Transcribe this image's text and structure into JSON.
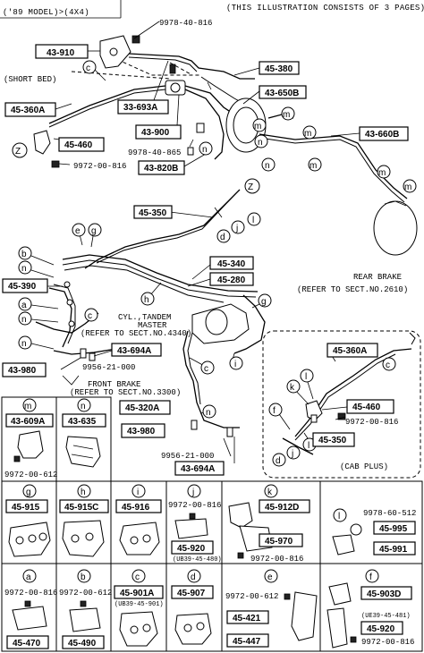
{
  "header": {
    "model": "('89 MODEL)>(4X4)",
    "note": "(THIS ILLUSTRATION CONSISTS OF  3 PAGES)"
  },
  "top_section": {
    "short_bed": "(SHORT BED)",
    "parts": {
      "p43910": "43-910",
      "p45380": "45-380",
      "p43650B": "43-650B",
      "p45360A": "45-360A",
      "p33693A": "33-693A",
      "p43900": "43-900",
      "p45460": "45-460",
      "p43660B": "43-660B",
      "p43820B": "43-820B"
    },
    "bolts": {
      "b1": "9978-40-816",
      "b2": "9978-40-865",
      "b3": "9972-00-816"
    }
  },
  "mid_section": {
    "parts": {
      "p45350": "45-350",
      "p45340": "45-340",
      "p45280": "45-280",
      "p45390": "45-390",
      "p43694A": "43-694A",
      "p43980": "43-980",
      "p45320A": "45-320A",
      "p43980b": "43-980",
      "p43694Ab": "43-694A"
    },
    "bolts": {
      "b1": "9956-21-000",
      "b2": "9956-21-000"
    },
    "rear_brake_title": "REAR BRAKE",
    "rear_brake_ref": "(REFER TO SECT.NO.2610)",
    "cyl_title": "CYL.,TANDEM",
    "cyl_master": "MASTER",
    "cyl_ref": "(REFER TO SECT.NO.4340)",
    "front_title": "FRONT BRAKE",
    "front_ref": "(REFER TO SECT.NO.3300)"
  },
  "cab_plus": {
    "label": "(CAB PLUS)",
    "parts": {
      "p45360A": "45-360A",
      "p45460": "45-460",
      "p45350": "45-350"
    },
    "bolt": "9972-00-816"
  },
  "letters": {
    "a": "a",
    "b": "b",
    "c": "c",
    "d": "d",
    "e": "e",
    "f": "f",
    "g": "g",
    "h": "h",
    "i": "i",
    "j": "j",
    "k": "k",
    "l": "l",
    "m": "m",
    "n": "n",
    "z": "Z"
  },
  "cells": {
    "m": {
      "letter": "m",
      "part": "43-609A",
      "bolt": "9972-00-612"
    },
    "n": {
      "letter": "n",
      "part": "43-635"
    },
    "g": {
      "letter": "g",
      "part": "45-915"
    },
    "h": {
      "letter": "h",
      "part": "45-915C"
    },
    "i": {
      "letter": "i",
      "part": "45-916"
    },
    "j": {
      "letter": "j",
      "bolt": "9972-00-816",
      "part": "45-920",
      "sub": "(UB39-45-480)"
    },
    "k": {
      "letter": "k",
      "part1": "45-912D",
      "part2": "45-970",
      "bolt": "9972-00-816"
    },
    "l": {
      "letter": "l",
      "bolt": "9978-60-512",
      "part1": "45-995",
      "part2": "45-991"
    },
    "a": {
      "letter": "a",
      "bolt": "9972-00-816",
      "part": "45-470"
    },
    "b": {
      "letter": "b",
      "bolt": "9972-00-612",
      "part": "45-490"
    },
    "c": {
      "letter": "c",
      "part": "45-901A",
      "sub": "(UB39-45-901)"
    },
    "d": {
      "letter": "d",
      "part": "45-907"
    },
    "e": {
      "letter": "e",
      "bolt": "9972-00-612",
      "part1": "45-421",
      "part2": "45-447"
    },
    "f": {
      "letter": "f",
      "part1": "45-903D",
      "sub": "(UE39-45-481)",
      "part2": "45-920",
      "bolt": "9972-00-816"
    }
  }
}
